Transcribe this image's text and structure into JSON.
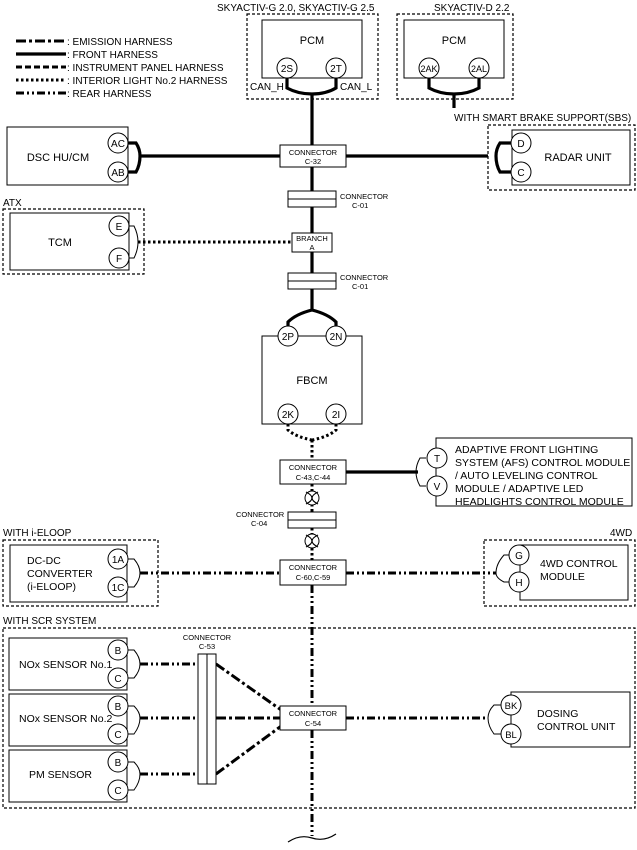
{
  "legend": {
    "emission": ": EMISSION HARNESS",
    "front": ": FRONT HARNESS",
    "instrument": ": INSTRUMENT PANEL HARNESS",
    "interior": ": INTERIOR LIGHT No.2 HARNESS",
    "rear": ": REAR HARNESS"
  },
  "groups": {
    "skyactiv_g": "SKYACTIV-G 2.0, SKYACTIV-G 2.5",
    "skyactiv_d": "SKYACTIV-D 2.2",
    "sbs": "WITH SMART BRAKE SUPPORT(SBS)",
    "atx": "ATX",
    "eloop": "WITH i-ELOOP",
    "awd": "4WD",
    "scr": "WITH SCR SYSTEM"
  },
  "modules": {
    "pcm_g": "PCM",
    "pcm_d": "PCM",
    "dsc": "DSC HU/CM",
    "radar": "RADAR UNIT",
    "tcm": "TCM",
    "fbcm": "FBCM",
    "afs": [
      "ADAPTIVE FRONT LIGHTING",
      "SYSTEM (AFS) CONTROL MODULE",
      "/ AUTO LEVELING CONTROL",
      "MODULE / ADAPTIVE LED",
      "HEADLIGHTS CONTROL MODULE"
    ],
    "dcdc": [
      "DC-DC",
      "CONVERTER",
      "(i-ELOOP)"
    ],
    "awd_ctrl": [
      "4WD CONTROL",
      "MODULE"
    ],
    "nox1": "NOx SENSOR No.1",
    "nox2": "NOx SENSOR No.2",
    "pm": "PM SENSOR",
    "dosing": [
      "DOSING",
      "CONTROL UNIT"
    ]
  },
  "can_labels": {
    "h": "CAN_H",
    "l": "CAN_L"
  },
  "pins": {
    "pcm_g_2s": "2S",
    "pcm_g_2t": "2T",
    "pcm_d_2ak": "2AK",
    "pcm_d_2al": "2AL",
    "dsc_ac": "AC",
    "dsc_ab": "AB",
    "radar_d": "D",
    "radar_c": "C",
    "tcm_e": "E",
    "tcm_f": "F",
    "fbcm_2p": "2P",
    "fbcm_2n": "2N",
    "fbcm_2k": "2K",
    "fbcm_2i": "2I",
    "afs_t": "T",
    "afs_v": "V",
    "dcdc_1a": "1A",
    "dcdc_1c": "1C",
    "awd_g": "G",
    "awd_h": "H",
    "nox1_b": "B",
    "nox1_c": "C",
    "nox2_b": "B",
    "nox2_c": "C",
    "pm_b": "B",
    "pm_c": "C",
    "dosing_bk": "BK",
    "dosing_bl": "BL"
  },
  "connectors": {
    "c32": [
      "CONNECTOR",
      "C-32"
    ],
    "c01a": [
      "CONNECTOR",
      "C-01"
    ],
    "branch": [
      "BRANCH",
      "A"
    ],
    "c01b": [
      "CONNECTOR",
      "C-01"
    ],
    "c43": [
      "CONNECTOR",
      "C-43,C-44"
    ],
    "c04": [
      "CONNECTOR",
      "C-04"
    ],
    "c60": [
      "CONNECTOR",
      "C-60,C-59"
    ],
    "c53": [
      "CONNECTOR",
      "C-53"
    ],
    "c54": [
      "CONNECTOR",
      "C-54"
    ]
  }
}
